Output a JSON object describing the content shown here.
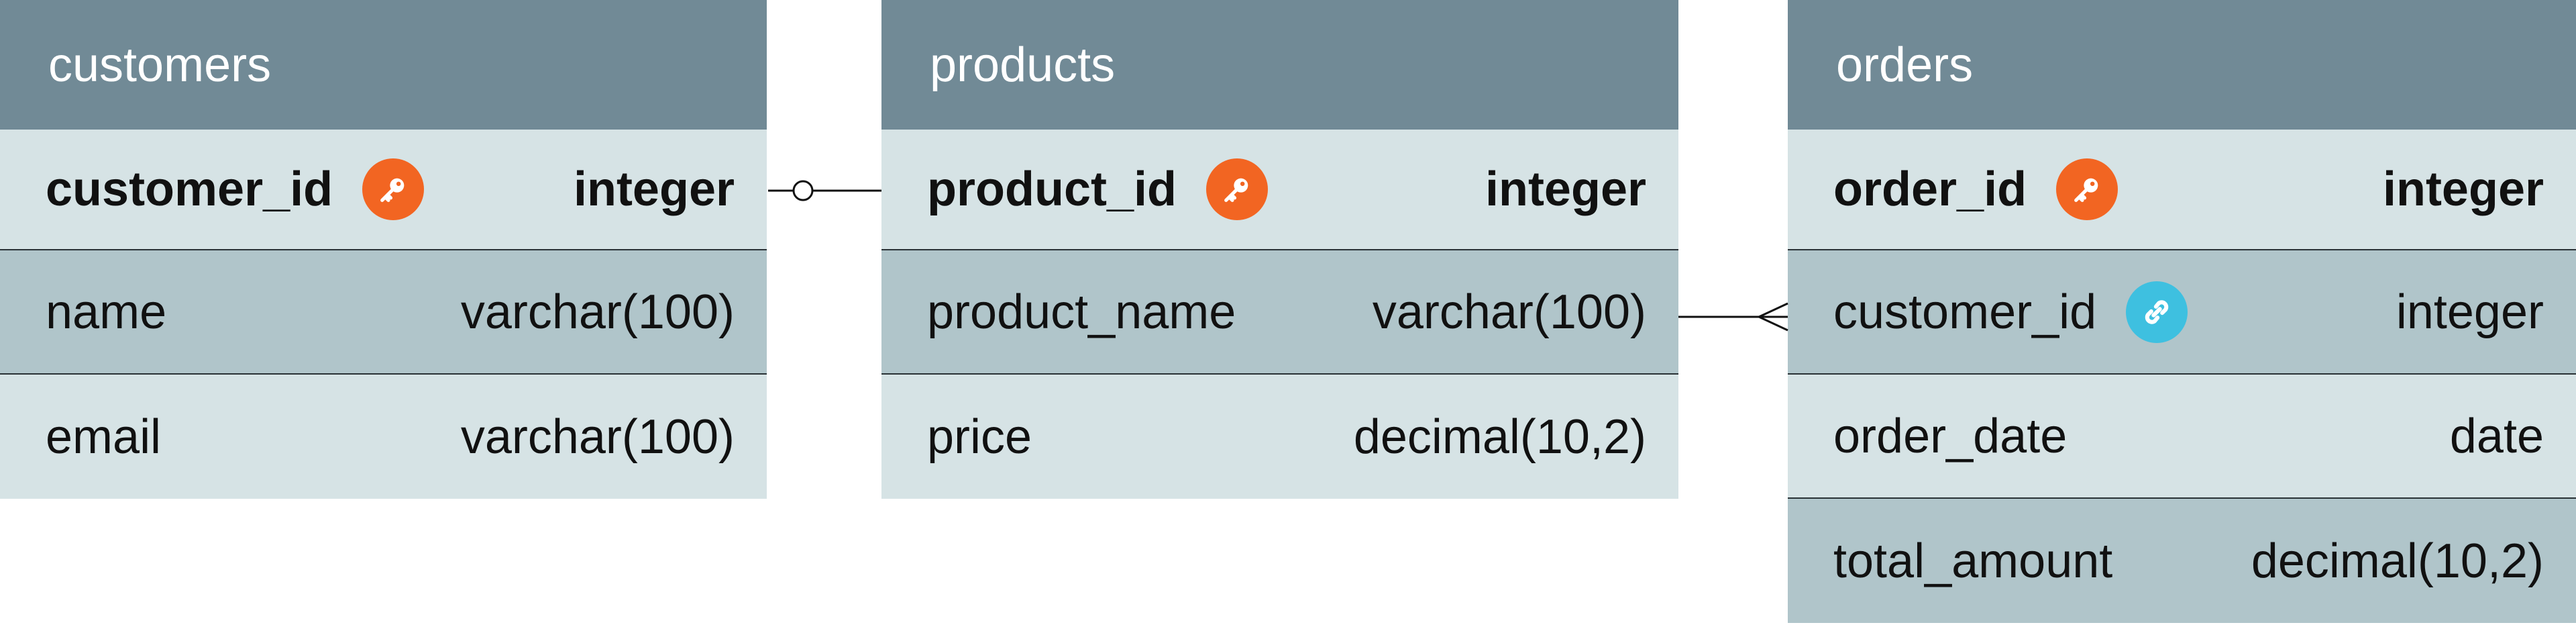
{
  "tables": {
    "customers": {
      "title": "customers",
      "pk": {
        "name": "customer_id",
        "type": "integer"
      },
      "rows": [
        {
          "name": "name",
          "type": "varchar(100)"
        },
        {
          "name": "email",
          "type": "varchar(100)"
        }
      ]
    },
    "products": {
      "title": "products",
      "pk": {
        "name": "product_id",
        "type": "integer"
      },
      "rows": [
        {
          "name": "product_name",
          "type": "varchar(100)"
        },
        {
          "name": "price",
          "type": "decimal(10,2)"
        }
      ]
    },
    "orders": {
      "title": "orders",
      "pk": {
        "name": "order_id",
        "type": "integer"
      },
      "fk": {
        "name": "customer_id",
        "type": "integer"
      },
      "rows": [
        {
          "name": "order_date",
          "type": "date"
        },
        {
          "name": "total_amount",
          "type": "decimal(10,2)"
        }
      ]
    }
  },
  "icons": {
    "primary_key": "key-icon",
    "foreign_key": "link-icon"
  },
  "colors": {
    "header": "#718a96",
    "row_light": "#d6e3e5",
    "row_dark": "#b0c5ca",
    "primary_key_badge": "#f26522",
    "foreign_key_badge": "#3ec0e0"
  }
}
